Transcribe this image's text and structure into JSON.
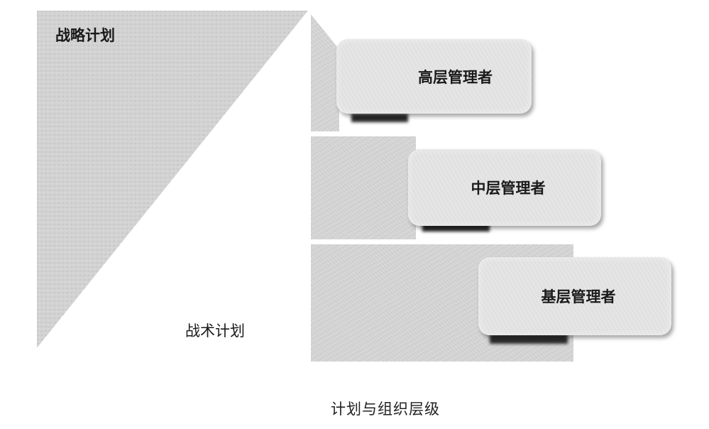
{
  "diagram": {
    "caption": "计划与组织层级",
    "triangle": {
      "upper_label": "战略计划",
      "lower_label": "战术计划"
    },
    "levels": [
      {
        "label": "高层管理者"
      },
      {
        "label": "中层管理者"
      },
      {
        "label": "基层管理者"
      }
    ],
    "colors": {
      "panel_gray": "#d5d5d5",
      "box_gray": "#e4e4e4",
      "shadow": "#2a2a2a",
      "text": "#1a1a1a",
      "background": "#ffffff"
    }
  }
}
